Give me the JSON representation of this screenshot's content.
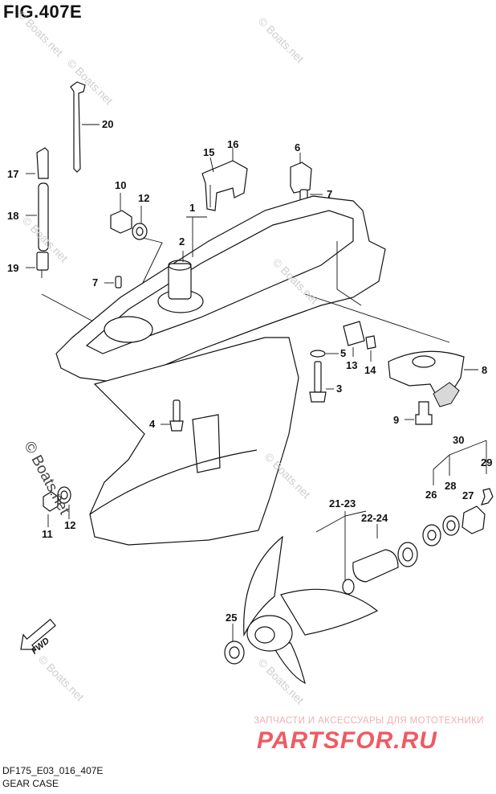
{
  "figure": {
    "title": "FIG.407E",
    "code": "DF175_E03_016_407E",
    "caption": "GEAR CASE"
  },
  "callouts": [
    "20",
    "15",
    "16",
    "6",
    "17",
    "18",
    "10",
    "12",
    "1",
    "2",
    "7",
    "19",
    "7",
    "5",
    "13",
    "14",
    "8",
    "3",
    "4",
    "9",
    "30",
    "29",
    "26",
    "28",
    "27",
    "21-23",
    "22-24",
    "11",
    "12",
    "25"
  ],
  "watermarks": {
    "small": "© Boats.net",
    "large": "© Boats.net"
  },
  "fwd_label": "FWD",
  "promo": {
    "line": "ЗАПЧАСТИ И АКСЕССУАРЫ ДЛЯ МОТОТЕХНИКИ",
    "logo": "PARTSFOR.RU"
  }
}
